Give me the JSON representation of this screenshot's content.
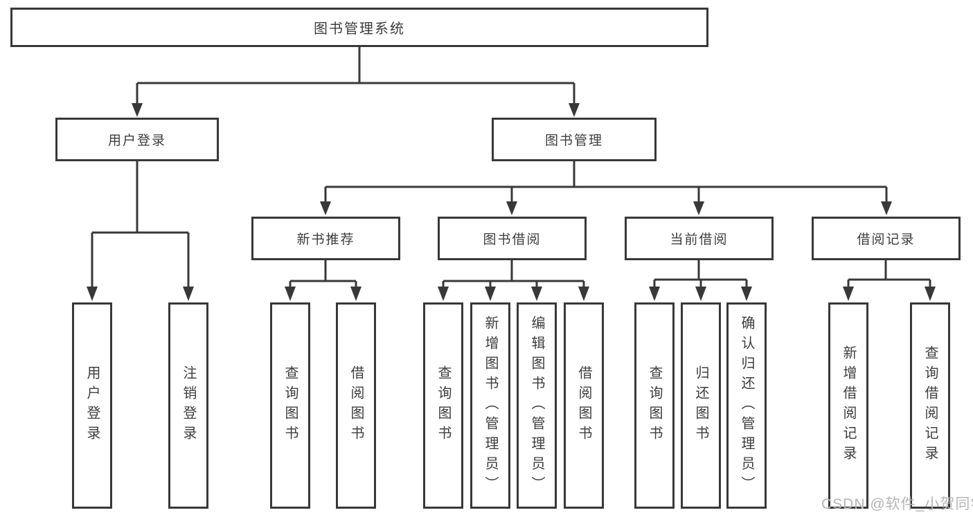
{
  "colors": {
    "background": "#ffffff",
    "line": "#383838",
    "box_border": "#383838",
    "text": "#3d3d3d",
    "watermark": "#b5b5b5"
  },
  "nodes": {
    "root": {
      "label": "图书管理系统"
    },
    "user_login": {
      "label": "用户登录"
    },
    "book_management": {
      "label": "图书管理"
    },
    "new_book_recommend": {
      "label": "新书推荐"
    },
    "book_borrowing": {
      "label": "图书借阅"
    },
    "current_borrowing": {
      "label": "当前借阅"
    },
    "borrowing_records": {
      "label": "借阅记录"
    },
    "leaf_user_login": {
      "label": "用户登录"
    },
    "leaf_logout": {
      "label": "注销登录"
    },
    "leaf_query_books_recommend": {
      "label": "查询图书"
    },
    "leaf_borrow_books_recommend": {
      "label": "借阅图书"
    },
    "leaf_query_books_borrowing": {
      "label": "查询图书"
    },
    "leaf_add_books_admin": {
      "label": "新增图书（管理员）"
    },
    "leaf_edit_books_admin": {
      "label": "编辑图书（管理员）"
    },
    "leaf_borrow_books_borrowing": {
      "label": "借阅图书"
    },
    "leaf_query_books_current": {
      "label": "查询图书"
    },
    "leaf_return_books": {
      "label": "归还图书"
    },
    "leaf_confirm_return_admin": {
      "label": "确认归还（管理员）"
    },
    "leaf_add_borrow_record": {
      "label": "新增借阅记录"
    },
    "leaf_query_borrow_record": {
      "label": "查询借阅记录"
    }
  },
  "watermark": {
    "text": "CSDN @软件_小贺同学"
  }
}
